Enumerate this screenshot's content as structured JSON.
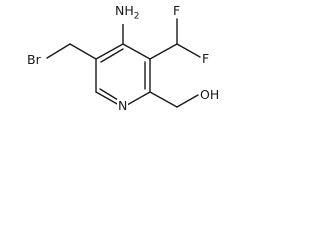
{
  "molecule": {
    "atom_labels": {
      "nh2": "NH2",
      "f_top": "F",
      "f_right": "F",
      "br": "Br",
      "n_ring": "N",
      "oh": "OH"
    }
  },
  "colors": {
    "bond": "#1a1a1a",
    "text": "#1a1a1a",
    "background": "#ffffff"
  }
}
